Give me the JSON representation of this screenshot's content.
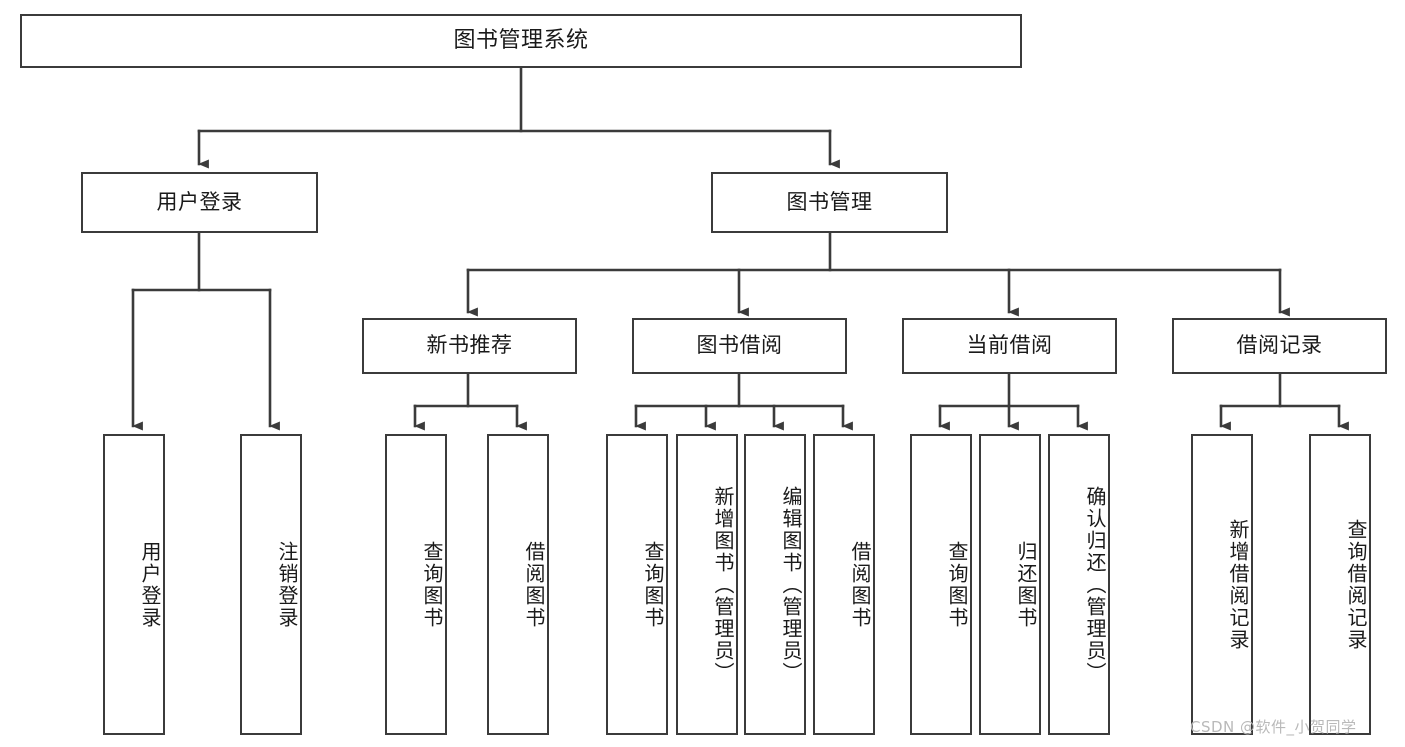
{
  "diagram": {
    "title": "图书管理系统",
    "type": "tree-hierarchy-diagram",
    "background_color": "#ffffff",
    "box_border_color": "#3b3b3b",
    "connector_color": "#3b3b3b",
    "text_color": "#1a1a1a"
  },
  "root": {
    "label": "图书管理系统"
  },
  "level2": [
    {
      "label": "用户登录"
    },
    {
      "label": "图书管理"
    }
  ],
  "level3": [
    {
      "label": "新书推荐"
    },
    {
      "label": "图书借阅"
    },
    {
      "label": "当前借阅"
    },
    {
      "label": "借阅记录"
    }
  ],
  "leaves": {
    "user_login": [
      {
        "label": "用户登录"
      },
      {
        "label": "注销登录"
      }
    ],
    "new_book_recommend": [
      {
        "label": "查询图书"
      },
      {
        "label": "借阅图书"
      }
    ],
    "book_borrow": [
      {
        "label": "查询图书"
      },
      {
        "label": "新增图书（管理员）"
      },
      {
        "label": "编辑图书（管理员）"
      },
      {
        "label": "借阅图书"
      }
    ],
    "current_borrow": [
      {
        "label": "查询图书"
      },
      {
        "label": "归还图书"
      },
      {
        "label": "确认归还（管理员）"
      }
    ],
    "borrow_record": [
      {
        "label": "新增借阅记录"
      },
      {
        "label": "查询借阅记录"
      }
    ]
  },
  "watermark": {
    "text": "CSDN @软件_小贺同学"
  }
}
